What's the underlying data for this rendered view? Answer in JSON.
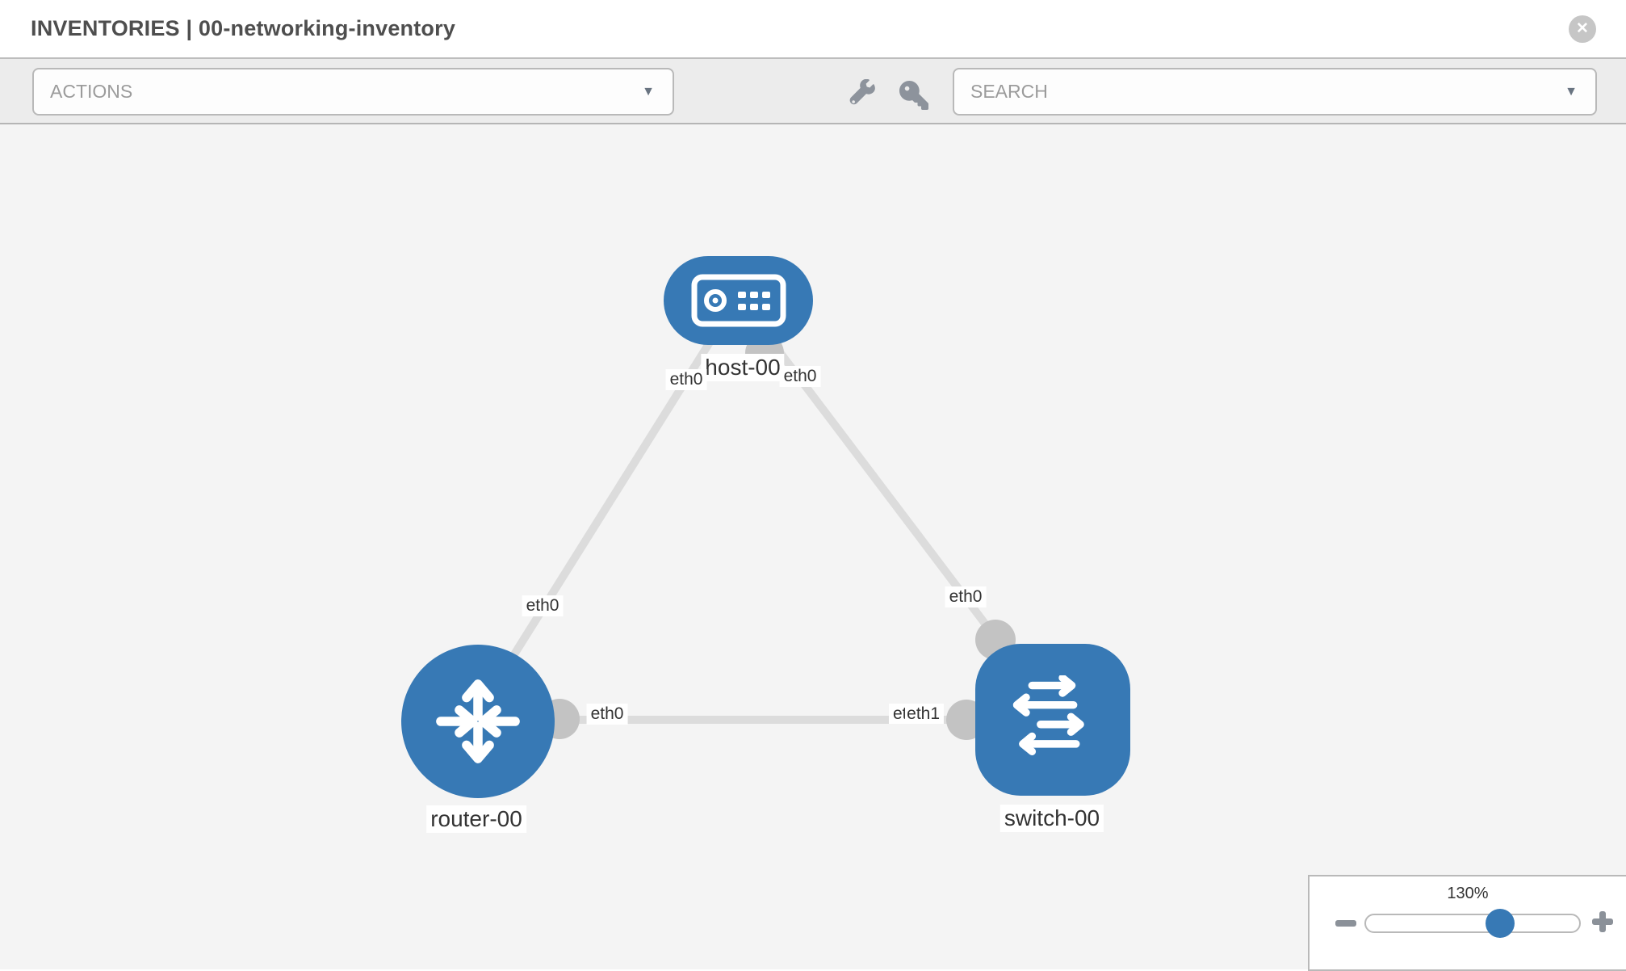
{
  "header": {
    "title": "INVENTORIES | 00-networking-inventory"
  },
  "toolbar": {
    "actions_label": "ACTIONS",
    "search_label": "SEARCH"
  },
  "icons": {
    "close_glyph": "✕",
    "chevron_glyph": "▼",
    "wrench": "wrench-icon",
    "key": "key-icon",
    "minus": "zoom-out-icon",
    "plus": "zoom-in-icon"
  },
  "topology": {
    "nodes": [
      {
        "name": "host-00",
        "type": "host"
      },
      {
        "name": "router-00",
        "type": "router"
      },
      {
        "name": "switch-00",
        "type": "switch"
      }
    ],
    "links": [
      {
        "from": "host-00",
        "to": "router-00",
        "from_interface": "eth0",
        "to_interface": "eth0"
      },
      {
        "from": "host-00",
        "to": "switch-00",
        "from_interface": "eth0",
        "to_interface": "eth0"
      },
      {
        "from": "router-00",
        "to": "switch-00",
        "from_interface": "eth0",
        "to_interface": "eth1"
      }
    ],
    "interface_labels": {
      "host_left": "eth0",
      "host_right": "eth0",
      "router_top": "eth0",
      "switch_top": "eth0",
      "router_right": "eth0",
      "switch_left_fragment": "etl",
      "switch_left": "eth1"
    }
  },
  "zoom_control": {
    "level": "130%"
  },
  "colors": {
    "node_blue": "#3779b5",
    "link_gray": "#dcdcdc",
    "port_gray": "#c3c3c3",
    "canvas_bg": "#f4f4f4",
    "toolbar_bg": "#ececec",
    "knob_blue": "#3779b5"
  }
}
